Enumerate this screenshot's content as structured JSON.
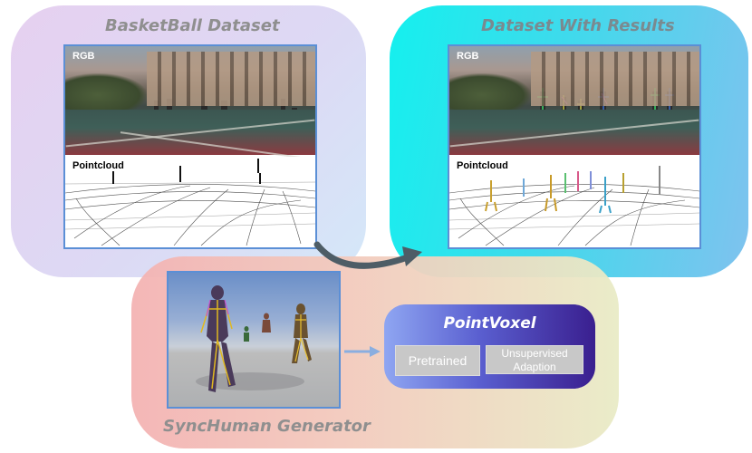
{
  "panels": {
    "left": {
      "title": "BasketBall Dataset"
    },
    "right": {
      "title": "Dataset With Results"
    },
    "bottom": {
      "title": "SyncHuman Generator"
    }
  },
  "screens": {
    "left": {
      "rgb_label": "RGB",
      "pointcloud_label": "Pointcloud"
    },
    "right": {
      "rgb_label": "RGB",
      "pointcloud_label": "Pointcloud"
    }
  },
  "pointvoxel": {
    "title": "PointVoxel",
    "steps": [
      "Pretrained",
      "Unsupervised Adaption"
    ]
  },
  "colors": {
    "left_panel": "#e2d4f2",
    "right_panel": "#2ee4ec",
    "bottom_panel": "#f2c8bc",
    "frame_border": "#5b8fd6",
    "pointvoxel_start": "#8fa6f2",
    "pointvoxel_end": "#3a1f8f"
  }
}
